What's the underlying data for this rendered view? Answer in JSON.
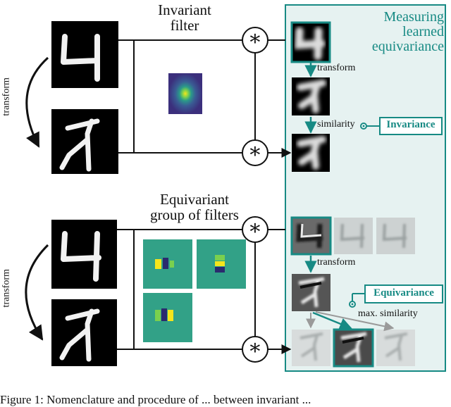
{
  "top_section": {
    "left_arrow_label": "transform",
    "filter_title_line1": "Invariant",
    "filter_title_line2": "filter"
  },
  "bottom_section": {
    "left_arrow_label": "transform",
    "filter_title_line1": "Equivariant",
    "filter_title_line2": "group of filters"
  },
  "operator_symbol": "∗",
  "panel": {
    "title_line1": "Measuring",
    "title_line2": "learned",
    "title_line3": "equivariance",
    "invariance": {
      "transform_label": "transform",
      "similarity_label": "similarity",
      "result_label": "Invariance"
    },
    "equivariance": {
      "transform_label": "transform",
      "similarity_label": "max. similarity",
      "result_label": "Equivariance"
    }
  },
  "caption_fragment": "Figure 1: Nomenclature and procedure of ... between invariant ...",
  "colors": {
    "teal": "#178a84",
    "panel_bg": "#e6f2f1",
    "filter_bg": "#3b3f8c",
    "filter_center": "#f2e41e",
    "gray_arrow": "#9a9a9a"
  }
}
